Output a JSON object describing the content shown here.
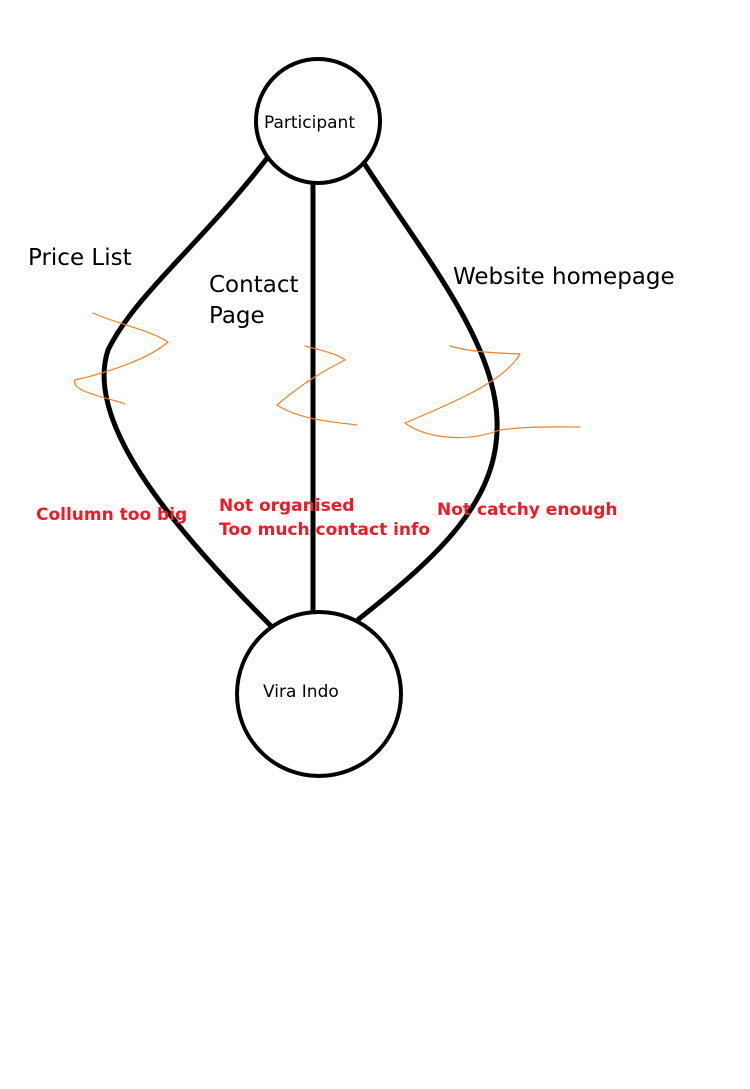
{
  "nodes": {
    "participant": "Participant",
    "vira_indo": "Vira Indo"
  },
  "edges": {
    "price_list": "Price List",
    "contact_page_line1": "Contact",
    "contact_page_line2": "Page",
    "website_homepage": "Website homepage"
  },
  "notes": {
    "price_list": "Collumn too big",
    "contact_page_line1": "Not organised",
    "contact_page_line2": "Too much contact info",
    "website_homepage": "Not catchy enough"
  },
  "colors": {
    "line": "#000000",
    "note": "#ed1c24",
    "squiggle": "#f07f28"
  }
}
